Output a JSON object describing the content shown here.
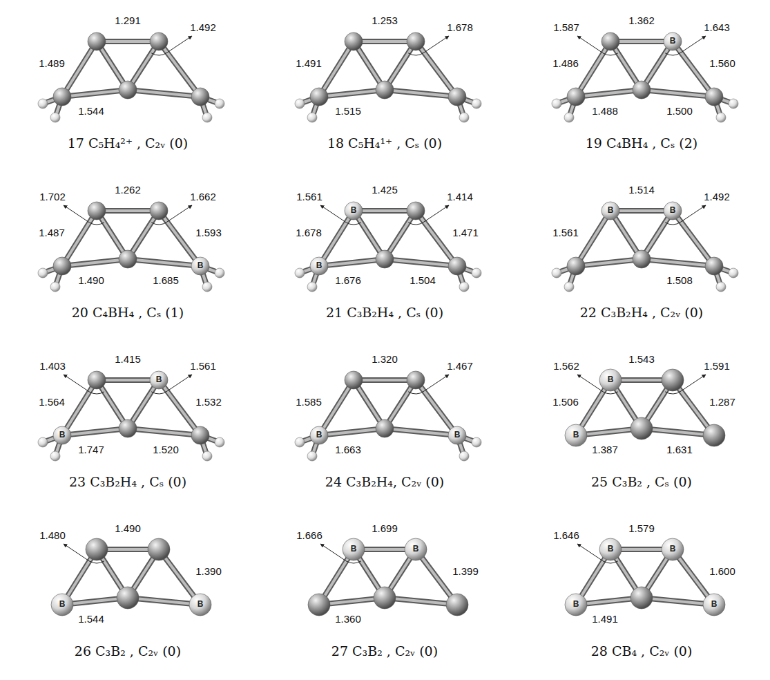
{
  "diagram": {
    "labels": [
      "1.291",
      "1.489",
      "1.544",
      "1.492",
      "17 C₅H₄²⁺ , C₂ᵥ (0)",
      "1.253",
      "1.491",
      "1.515",
      "1.678",
      "18 C₅H₄¹⁺ , Cₛ (0)",
      "1.362",
      "1.587",
      "1.643",
      "1.486",
      "1.560",
      "1.488",
      "1.500",
      "B",
      "19 C₄BH₄ , Cₛ (2)",
      "1.262",
      "1.702",
      "1.662",
      "1.487",
      "1.593",
      "1.490",
      "1.685",
      "B",
      "20 C₄BH₄ , Cₛ (1)",
      "1.425",
      "1.561",
      "1.414",
      "1.678",
      "1.471",
      "1.676",
      "1.504",
      "B",
      "B",
      "21 C₃B₂H₄ , Cₛ (0)",
      "1.514",
      "1.561",
      "1.492",
      "1.508",
      "B",
      "B",
      "22 C₃B₂H₄ , C₂ᵥ (0)",
      "1.415",
      "1.403",
      "1.561",
      "1.564",
      "1.532",
      "1.747",
      "1.520",
      "B",
      "B",
      "23 C₃B₂H₄ , Cₛ (0)",
      "1.320",
      "1.585",
      "1.467",
      "1.663",
      "B",
      "B",
      "24 C₃B₂H₄, C₂ᵥ (0)",
      "1.543",
      "1.562",
      "1.591",
      "1.506",
      "1.287",
      "1.387",
      "1.631",
      "B",
      "B",
      "25 C₃B₂ , Cₛ (0)",
      "1.490",
      "1.480",
      "1.390",
      "1.544",
      "B",
      "B",
      "26 C₃B₂ , C₂ᵥ (0)",
      "1.699",
      "1.666",
      "1.399",
      "1.360",
      "B",
      "B",
      "27 C₃B₂ , C₂ᵥ (0)",
      "1.579",
      "1.646",
      "1.600",
      "1.491",
      "B",
      "B",
      "B",
      "B",
      "28 CB₄ , C₂ᵥ (0)"
    ]
  }
}
